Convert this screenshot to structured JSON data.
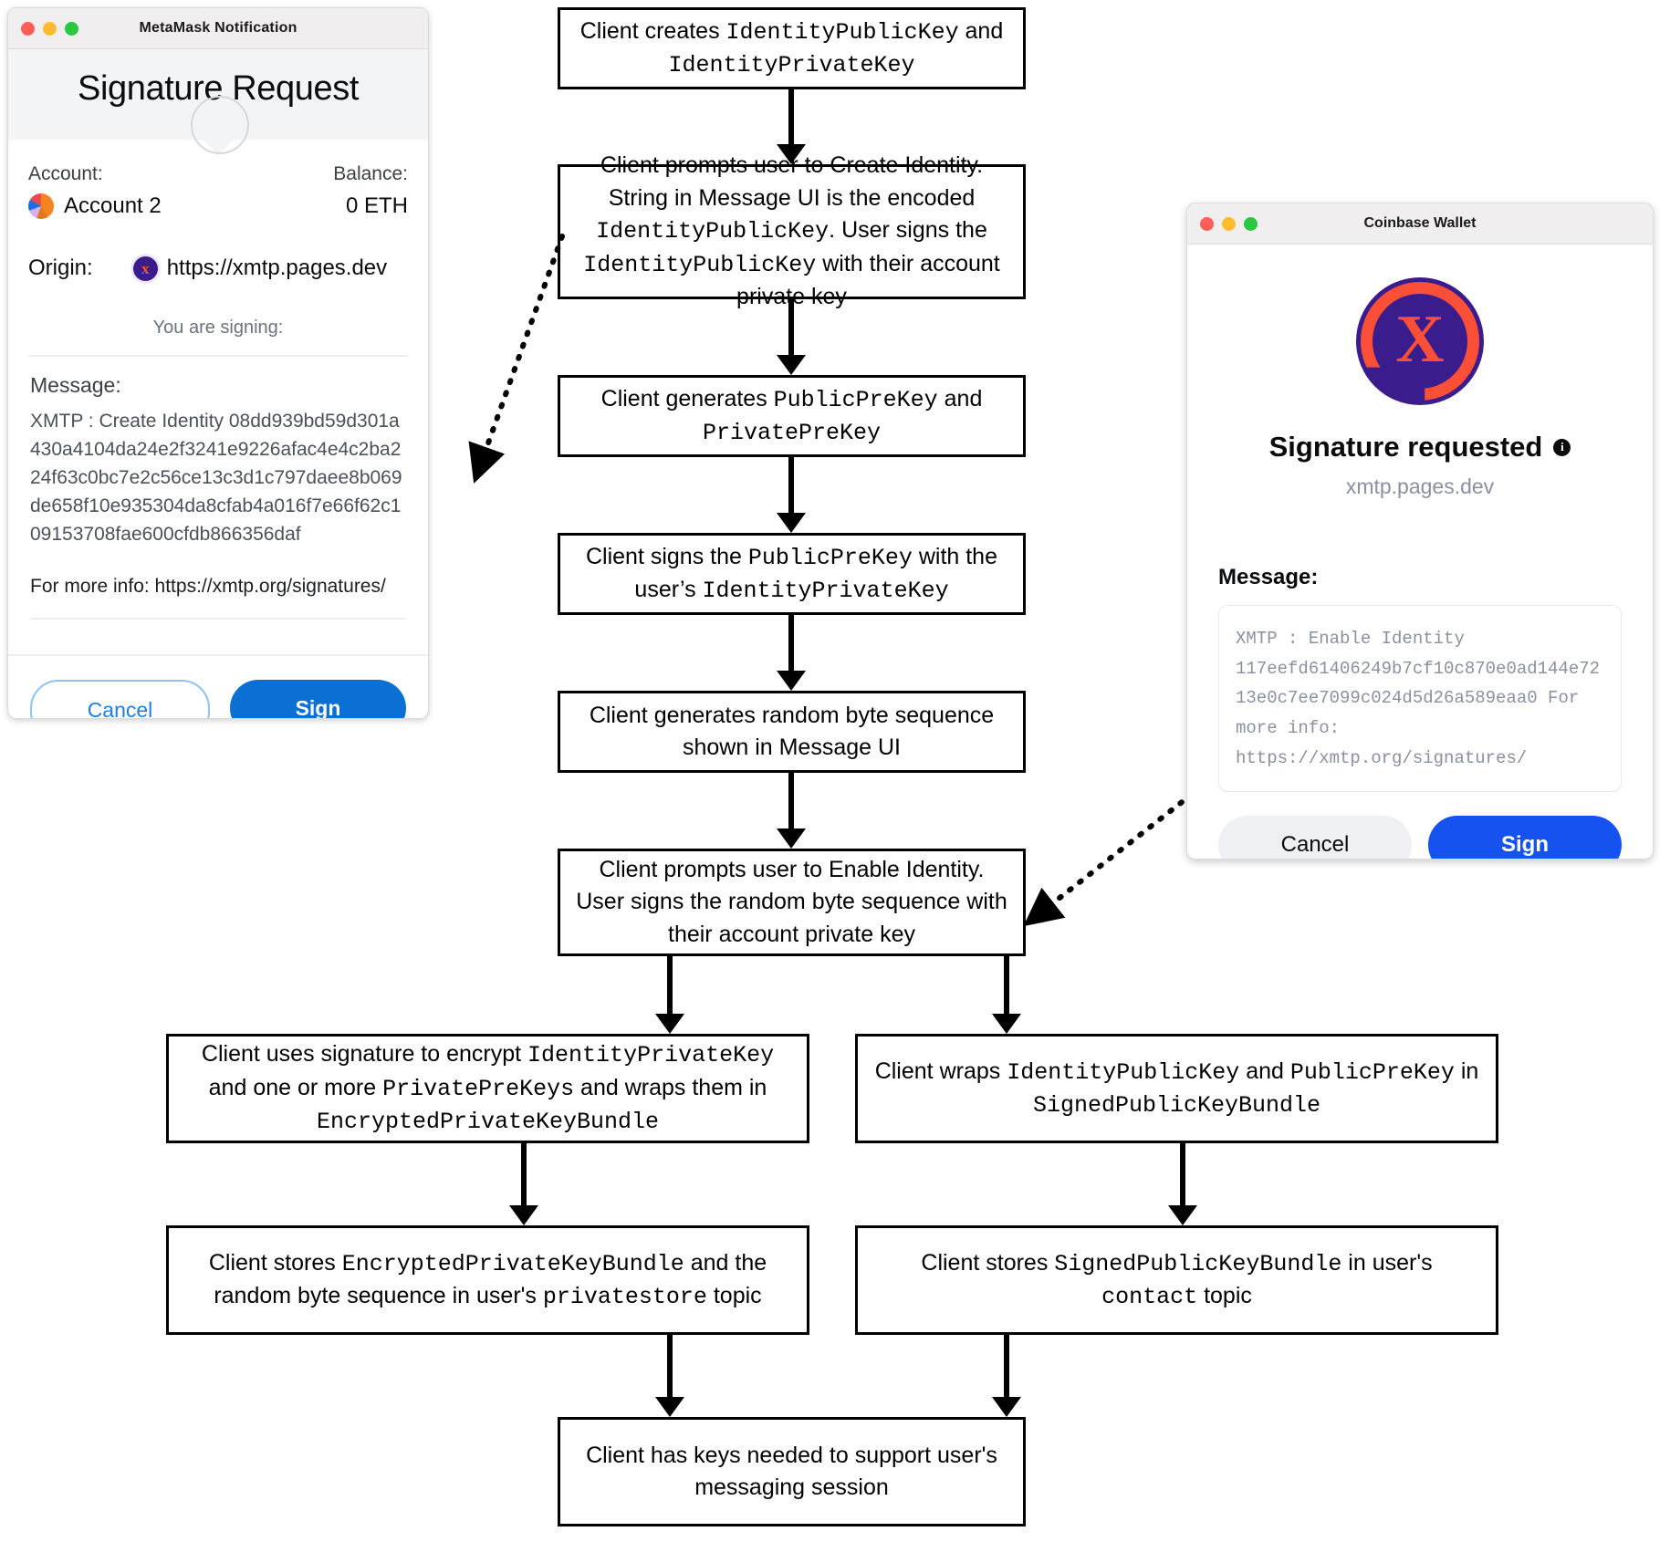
{
  "metamask": {
    "window_title": "MetaMask Notification",
    "heading": "Signature Request",
    "account_label": "Account:",
    "account_name": "Account 2",
    "balance_label": "Balance:",
    "balance_value": "0 ETH",
    "origin_label": "Origin:",
    "origin_value": "https://xmtp.pages.dev",
    "signing_label": "You are signing:",
    "message_label": "Message:",
    "message_text": "XMTP : Create Identity 08dd939bd59d301a430a4104da24e2f3241e9226afac4e4c2ba224f63c0bc7e2c56ce13c3d1c797daee8b069de658f10e935304da8cfab4a016f7e66f62c109153708fae600cfdb866356daf",
    "more_info": "For more info: https://xmtp.org/signatures/",
    "cancel_label": "Cancel",
    "sign_label": "Sign",
    "accent_blue": "#0b6fd4"
  },
  "coinbase": {
    "window_title": "Coinbase Wallet",
    "heading": "Signature requested",
    "host": "xmtp.pages.dev",
    "message_label": "Message:",
    "message_text": "XMTP : Enable Identity 117eefd61406249b7cf10c870e0ad144e7213e0c7ee7099c024d5d26a589eaa0 For more info: https://xmtp.org/signatures/",
    "cancel_label": "Cancel",
    "sign_label": "Sign",
    "accent_blue": "#1652f0",
    "brand_purple": "#3b1c8c",
    "brand_orange": "#fc4f37"
  },
  "flow": {
    "nodes": [
      {
        "id": "n1",
        "parts": [
          {
            "t": "Client creates ",
            "m": false
          },
          {
            "t": "IdentityPublicKey",
            "m": true
          },
          {
            "t": " and ",
            "m": false
          },
          {
            "t": "IdentityPrivateKey",
            "m": true
          }
        ]
      },
      {
        "id": "n2",
        "parts": [
          {
            "t": "Client prompts user to Create Identity. String in Message UI is the encoded ",
            "m": false
          },
          {
            "t": "IdentityPublicKey",
            "m": true
          },
          {
            "t": ". User signs the ",
            "m": false
          },
          {
            "t": "IdentityPublicKey",
            "m": true
          },
          {
            "t": " with their account private key",
            "m": false
          }
        ]
      },
      {
        "id": "n3",
        "parts": [
          {
            "t": "Client generates ",
            "m": false
          },
          {
            "t": "PublicPreKey",
            "m": true
          },
          {
            "t": " and ",
            "m": false
          },
          {
            "t": "PrivatePreKey",
            "m": true
          }
        ]
      },
      {
        "id": "n4",
        "parts": [
          {
            "t": "Client signs the ",
            "m": false
          },
          {
            "t": "PublicPreKey",
            "m": true
          },
          {
            "t": " with the user’s ",
            "m": false
          },
          {
            "t": "IdentityPrivateKey",
            "m": true
          }
        ]
      },
      {
        "id": "n5",
        "parts": [
          {
            "t": "Client generates random byte sequence shown in Message UI",
            "m": false
          }
        ]
      },
      {
        "id": "n6",
        "parts": [
          {
            "t": "Client prompts user to Enable Identity. User signs the random byte sequence with their account private key",
            "m": false
          }
        ]
      },
      {
        "id": "n7",
        "parts": [
          {
            "t": "Client uses signature to encrypt ",
            "m": false
          },
          {
            "t": "IdentityPrivateKey",
            "m": true
          },
          {
            "t": " and one or more ",
            "m": false
          },
          {
            "t": "PrivatePreKeys",
            "m": true
          },
          {
            "t": " and wraps them in ",
            "m": false
          },
          {
            "t": "EncryptedPrivateKeyBundle",
            "m": true
          }
        ]
      },
      {
        "id": "n8",
        "parts": [
          {
            "t": "Client wraps ",
            "m": false
          },
          {
            "t": "IdentityPublicKey",
            "m": true
          },
          {
            "t": " and ",
            "m": false
          },
          {
            "t": "PublicPreKey",
            "m": true
          },
          {
            "t": " in ",
            "m": false
          },
          {
            "t": "SignedPublicKeyBundle",
            "m": true
          }
        ]
      },
      {
        "id": "n9",
        "parts": [
          {
            "t": "Client stores ",
            "m": false
          },
          {
            "t": "EncryptedPrivateKeyBundle",
            "m": true
          },
          {
            "t": " and the random byte sequence in user's ",
            "m": false
          },
          {
            "t": "privatestore",
            "m": true
          },
          {
            "t": " topic",
            "m": false
          }
        ]
      },
      {
        "id": "n10",
        "parts": [
          {
            "t": "Client stores ",
            "m": false
          },
          {
            "t": "SignedPublicKeyBundle",
            "m": true
          },
          {
            "t": " in user's ",
            "m": false
          },
          {
            "t": "contact",
            "m": true
          },
          {
            "t": " topic",
            "m": false
          }
        ]
      },
      {
        "id": "n11",
        "parts": [
          {
            "t": "Client has keys needed to support user's messaging session",
            "m": false
          }
        ]
      }
    ]
  }
}
